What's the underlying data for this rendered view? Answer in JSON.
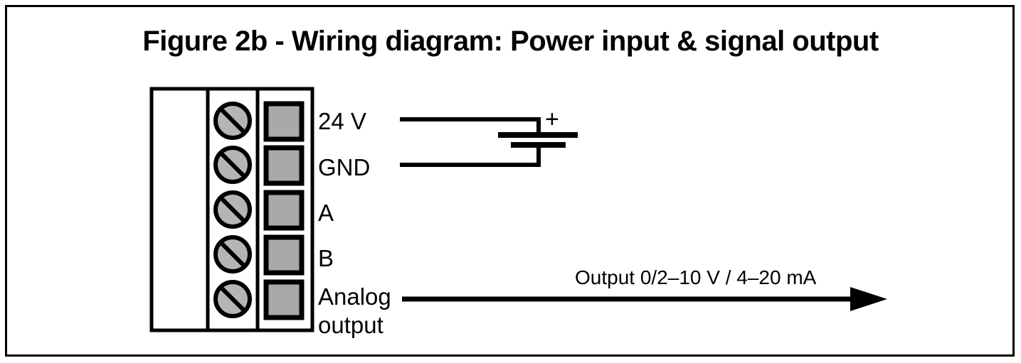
{
  "figure": {
    "title": "Figure 2b - Wiring diagram: Power input & signal output",
    "border_color": "#000000",
    "background_color": "#ffffff"
  },
  "terminal_block": {
    "screw_fill": "#b5b5b5",
    "pad_fill": "#a9a9a9",
    "outline_color": "#000000",
    "terminals": [
      {
        "label": "24 V",
        "screw_icon": "slotted-screw-icon",
        "pad_icon": "terminal-pad-icon"
      },
      {
        "label": "GND",
        "screw_icon": "slotted-screw-icon",
        "pad_icon": "terminal-pad-icon"
      },
      {
        "label": "A",
        "screw_icon": "slotted-screw-icon",
        "pad_icon": "terminal-pad-icon"
      },
      {
        "label": "B",
        "screw_icon": "slotted-screw-icon",
        "pad_icon": "terminal-pad-icon"
      },
      {
        "label": "Analog",
        "label_line2": "output",
        "screw_icon": "slotted-screw-icon",
        "pad_icon": "terminal-pad-icon"
      }
    ]
  },
  "power_supply": {
    "symbol": "battery-icon",
    "polarity_label": "+",
    "positive_terminal": "24 V",
    "negative_terminal": "GND"
  },
  "analog_output": {
    "caption": "Output 0/2–10 V / 4–20 mA",
    "arrow_icon": "arrow-right-icon",
    "source_terminal": "Analog output"
  }
}
